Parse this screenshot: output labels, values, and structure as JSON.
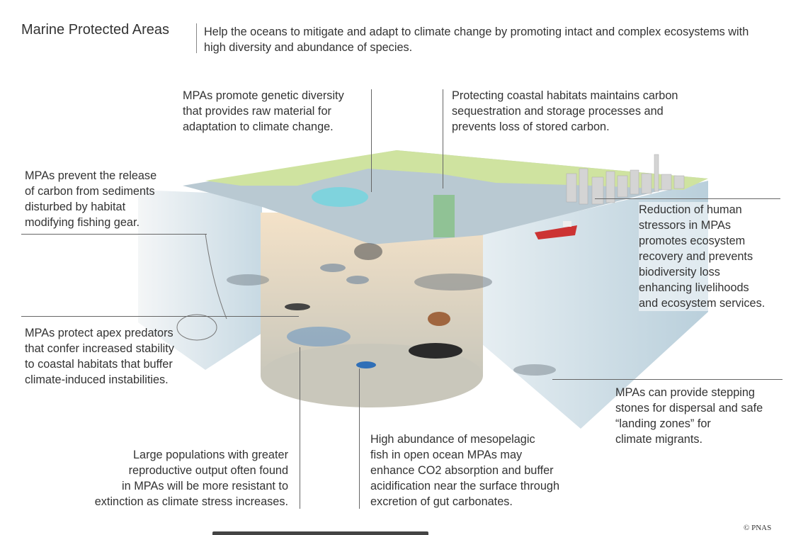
{
  "header": {
    "title": "Marine Protected Areas",
    "subtitle": "Help the oceans to mitigate and adapt to climate change by promoting intact and complex ecosystems with high diversity and abundance of species."
  },
  "annotations": {
    "genetic": "MPAs promote genetic diversity\nthat provides raw material for\nadaptation to climate change.",
    "coastal": "Protecting coastal habitats maintains carbon\nsequestration and storage processes and\nprevents loss of stored carbon.",
    "sediments": "MPAs prevent the release\nof carbon from sediments\ndisturbed by habitat\nmodifying fishing gear.",
    "stressors": "Reduction of human\nstressors in MPAs\npromotes ecosystem\nrecovery and prevents\nbiodiversity loss\nenhancing livelihoods\nand ecosystem services.",
    "predators": "MPAs protect apex predators\nthat confer increased stability\nto coastal habitats that buffer\nclimate-induced instabilities.",
    "stepping": "MPAs can provide stepping\nstones for dispersal and safe\n“landing zones” for\nclimate migrants.",
    "populations": "Large populations with greater\nreproductive output often found\nin MPAs will be more resistant to\nextinction as climate stress increases.",
    "mesopelagic": "High abundance of mesopelagic\nfish in open ocean MPAs may\nenhance CO2 absorption and buffer\nacidification near the surface through\nexcretion of gut carbonates."
  },
  "credit": "© PNAS",
  "colors": {
    "land": "#cfe3a0",
    "water_top": "#b9c9d2",
    "water_side": "#c8dce6",
    "cylinder": "#f2e0c6",
    "text": "#333333"
  }
}
